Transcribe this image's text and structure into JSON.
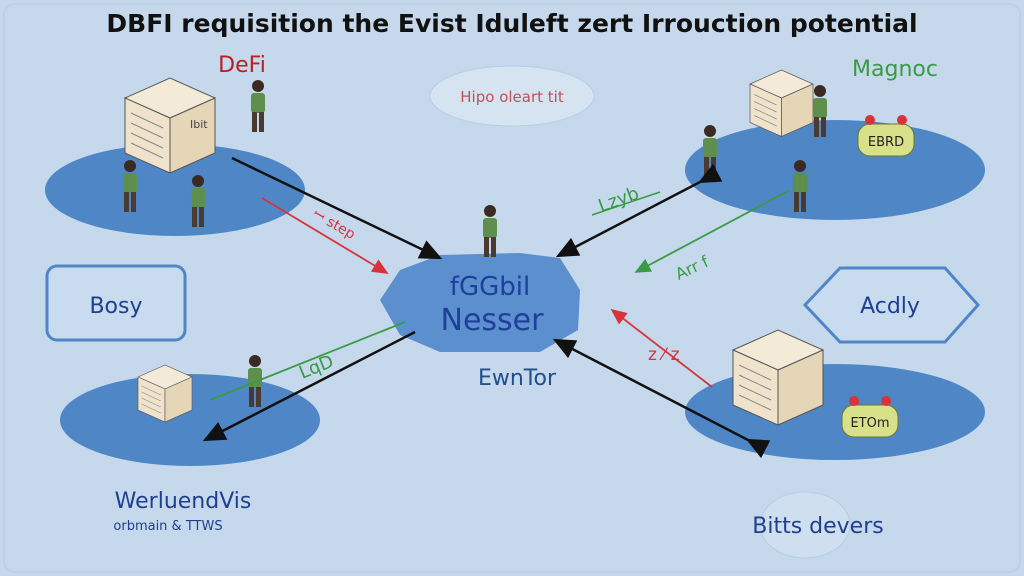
{
  "title": "DBFI requisition the Evist Iduleft zert Irrouction potential",
  "nodes": {
    "top_left": {
      "label": "DeFi",
      "box_text": "Ibit"
    },
    "top_right": {
      "label": "Magnoc",
      "badge": "EBRD"
    },
    "bottom_right": {
      "badge": "ETOm"
    },
    "bottom_left": {
      "label": "WerluendVis",
      "sublabel": "orbmain & TTWS"
    },
    "center": {
      "line1": "fGGbil",
      "line2": "Nesser",
      "caption": "EwnTor"
    }
  },
  "cloud_top": "Hipo oleart tit",
  "cloud_bottom": "Bitts devers",
  "box_left": "Bosy",
  "hex_right": "Acdly",
  "edge_labels": {
    "red_left": "ꟷ step",
    "green_top_right": "Lzyb",
    "green_right": "Arr f",
    "green_left": "LqD",
    "red_right": "z ⁄ z"
  },
  "colors": {
    "background": "#c6d9ec",
    "platform": "#4f86c6",
    "red": "#d8323a",
    "green": "#3a9a45",
    "blue_text": "#1f3f8f"
  }
}
